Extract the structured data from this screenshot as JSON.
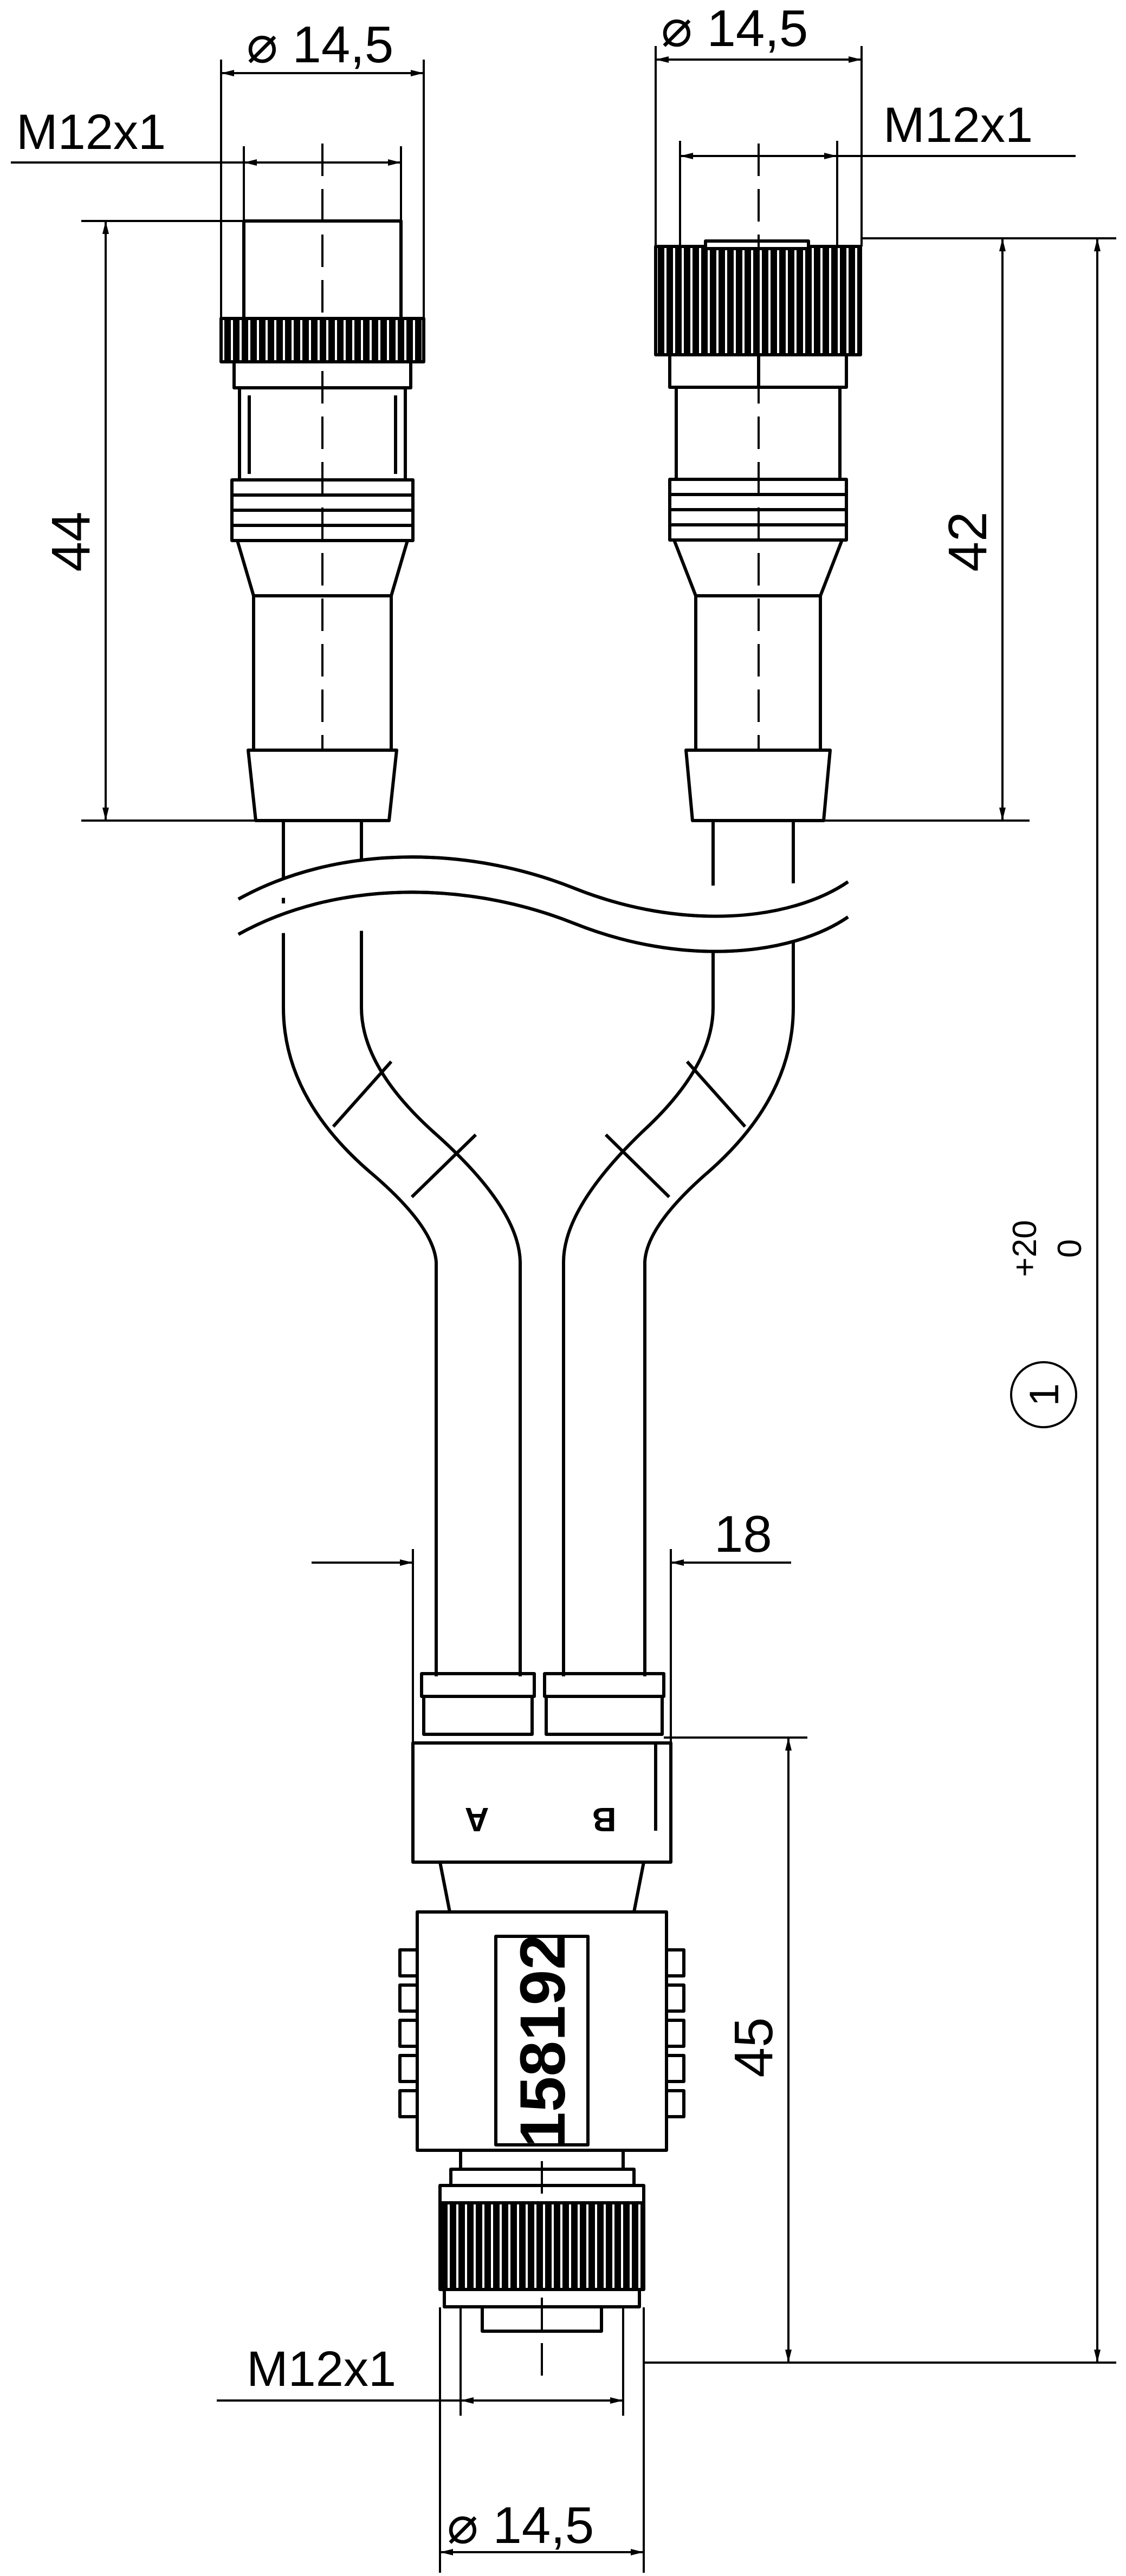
{
  "diagram": {
    "labels": {
      "top_left_diameter": "⌀ 14,5",
      "top_left_thread": "M12x1",
      "top_left_length": "44",
      "top_right_diameter": "⌀ 14,5",
      "top_right_thread": "M12x1",
      "top_right_length": "42",
      "total_length_tolerance_upper": "+20",
      "total_length_tolerance_lower": "0",
      "total_length_ref": "1",
      "splitter_width": "18",
      "splitter_length": "45",
      "port_a": "A",
      "port_b": "B",
      "part_number": "158192",
      "bottom_thread": "M12x1",
      "bottom_diameter": "⌀ 14,5"
    }
  }
}
